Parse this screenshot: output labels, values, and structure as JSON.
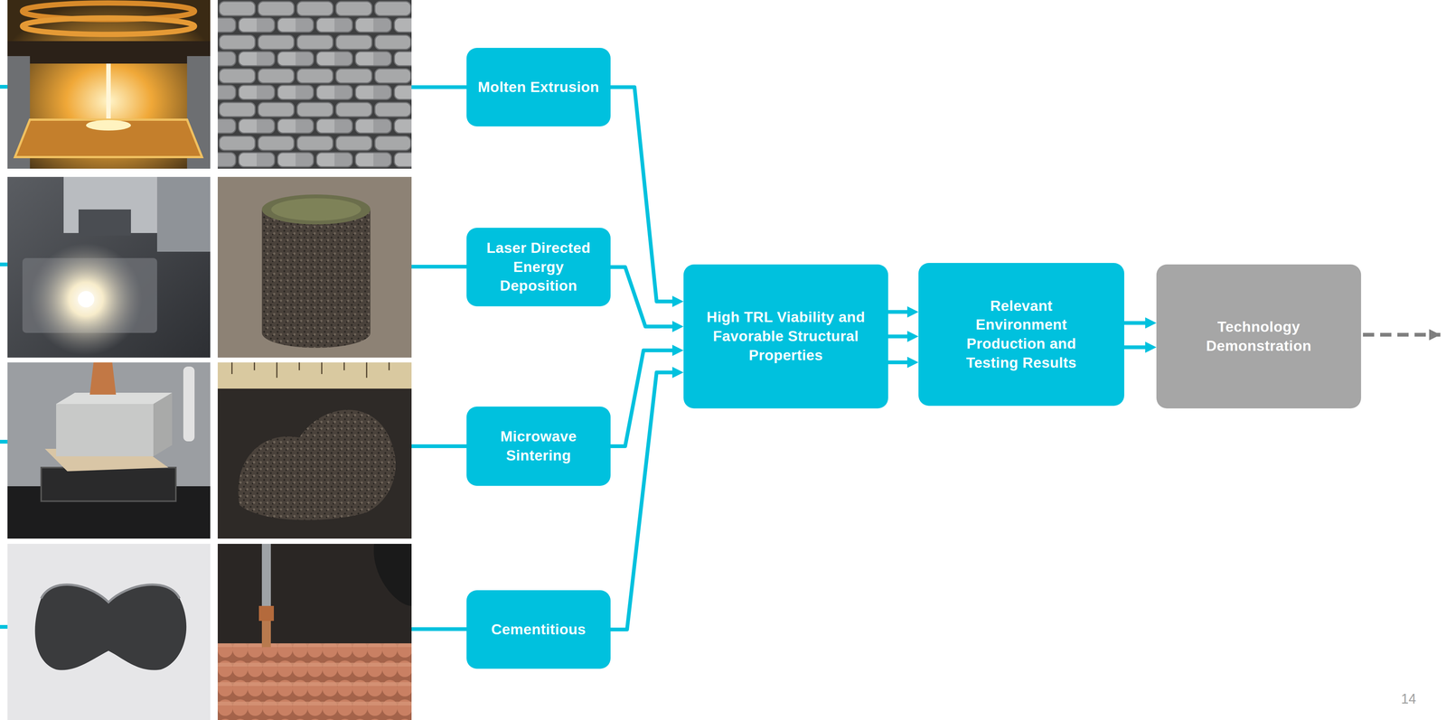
{
  "diagram": {
    "nodes": [
      {
        "text": [
          "Molten Extrusion"
        ]
      },
      {
        "text": [
          "Laser Directed Energy Deposition"
        ]
      },
      {
        "text": [
          "Microwave Sintering"
        ]
      },
      {
        "text": [
          "Cementitious"
        ]
      },
      {
        "text": [
          "High TRL Viability and Favorable Structural Properties"
        ]
      },
      {
        "text": [
          "Relevant Environment Production and Testing Results"
        ]
      },
      {
        "text": [
          "Technology Demonstration"
        ]
      }
    ],
    "edges": [
      {
        "from": 0,
        "to": 4,
        "arrow": "to"
      },
      {
        "from": 1,
        "to": 4,
        "arrow": "to"
      },
      {
        "from": 2,
        "to": 4,
        "arrow": "to"
      },
      {
        "from": 3,
        "to": 4,
        "arrow": "to"
      },
      {
        "from": 4,
        "to": 5,
        "arrow": "to"
      },
      {
        "from": 4,
        "to": 5,
        "arrow": "to"
      },
      {
        "from": 4,
        "to": 5,
        "arrow": "to"
      },
      {
        "from": 5,
        "to": 6,
        "arrow": "to"
      },
      {
        "from": 5,
        "to": 6,
        "arrow": "to"
      }
    ],
    "labels": [
      "14"
    ]
  }
}
